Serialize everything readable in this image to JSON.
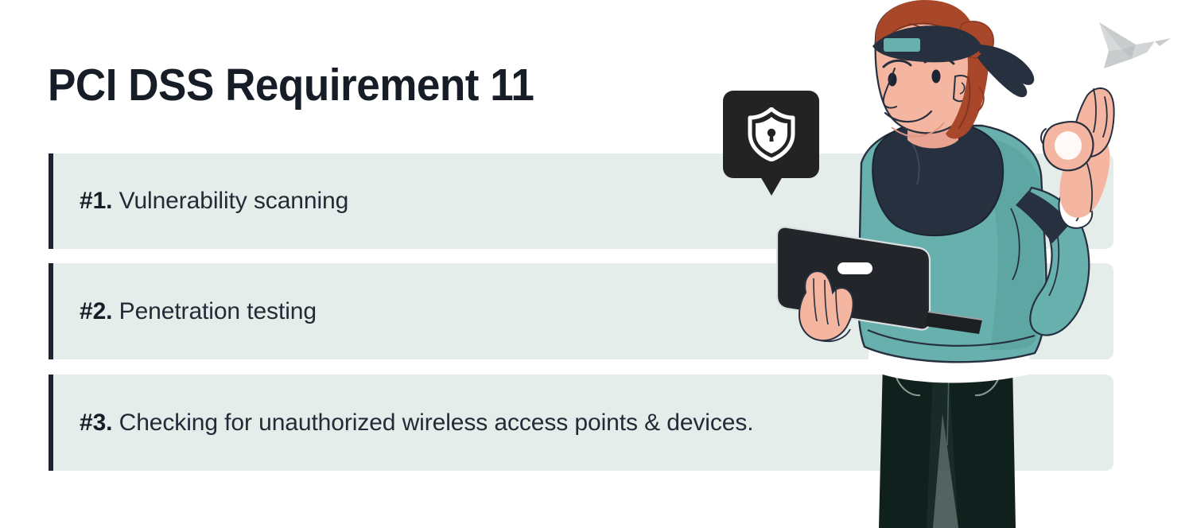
{
  "header": {
    "title": "PCI DSS Requirement 11"
  },
  "requirements": [
    {
      "number": "#1.",
      "label": "Vulnerability scanning"
    },
    {
      "number": "#2.",
      "label": "Penetration testing"
    },
    {
      "number": "#3.",
      "label": "Checking for unauthorized wireless access points & devices."
    }
  ],
  "icons": {
    "shield": "shield-lock-icon",
    "bubble": "speech-bubble",
    "logo": "origami-bird-logo",
    "illustration": "person-holding-laptop-ok-gesture"
  },
  "colors": {
    "background": "#ffffff",
    "card_background": "#e5edeb",
    "card_accent_bar": "#1b2430",
    "title_text": "#161d26",
    "body_text": "#222b36",
    "bubble_dark": "#232323",
    "sweater_teal": "#68b0ad",
    "skin": "#f4b5a1",
    "hair_brown": "#a8472a",
    "navy": "#27303f",
    "logo_grey": "#c9cccd",
    "pants_dark": "#10211d"
  }
}
